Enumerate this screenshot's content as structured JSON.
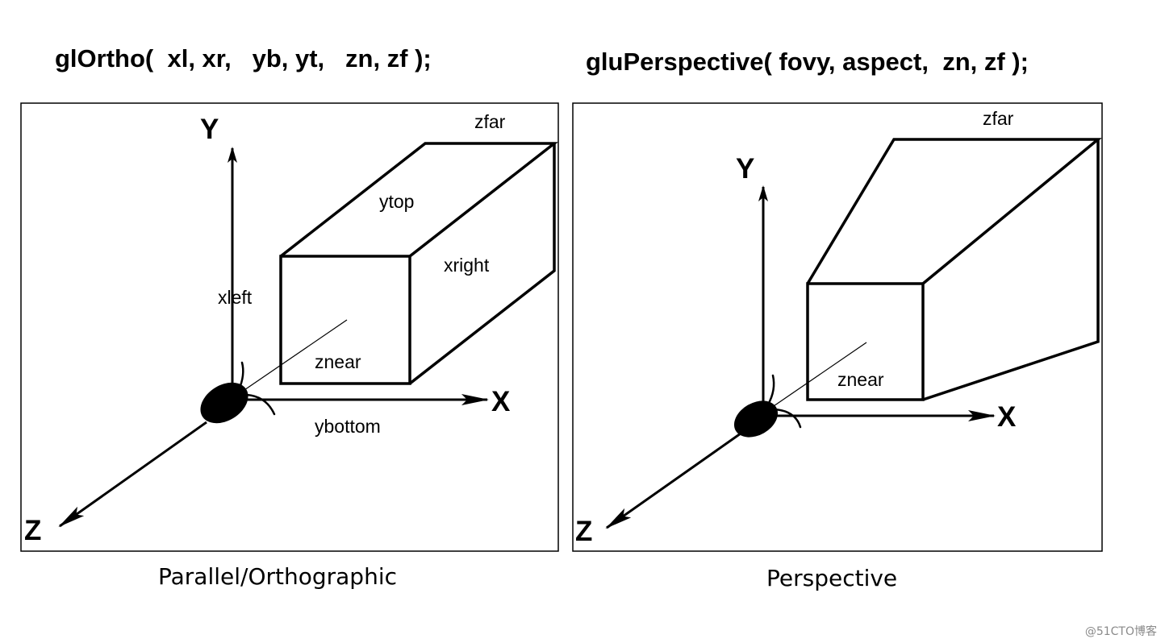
{
  "left": {
    "title": "glOrtho(  xl, xr,   yb, yt,   zn, zf );",
    "axis_y": "Y",
    "axis_x": "X",
    "axis_z": "Z",
    "label_zfar": "zfar",
    "label_ytop": "ytop",
    "label_xright": "xright",
    "label_xleft": "xleft",
    "label_znear": "znear",
    "label_ybottom": "ybottom",
    "caption": "Parallel/Orthographic"
  },
  "right": {
    "title": "gluPerspective( fovy, aspect,  zn, zf );",
    "axis_y": "Y",
    "axis_x": "X",
    "axis_z": "Z",
    "label_zfar": "zfar",
    "label_znear": "znear",
    "caption": "Perspective"
  },
  "watermark": "@51CTO博客"
}
